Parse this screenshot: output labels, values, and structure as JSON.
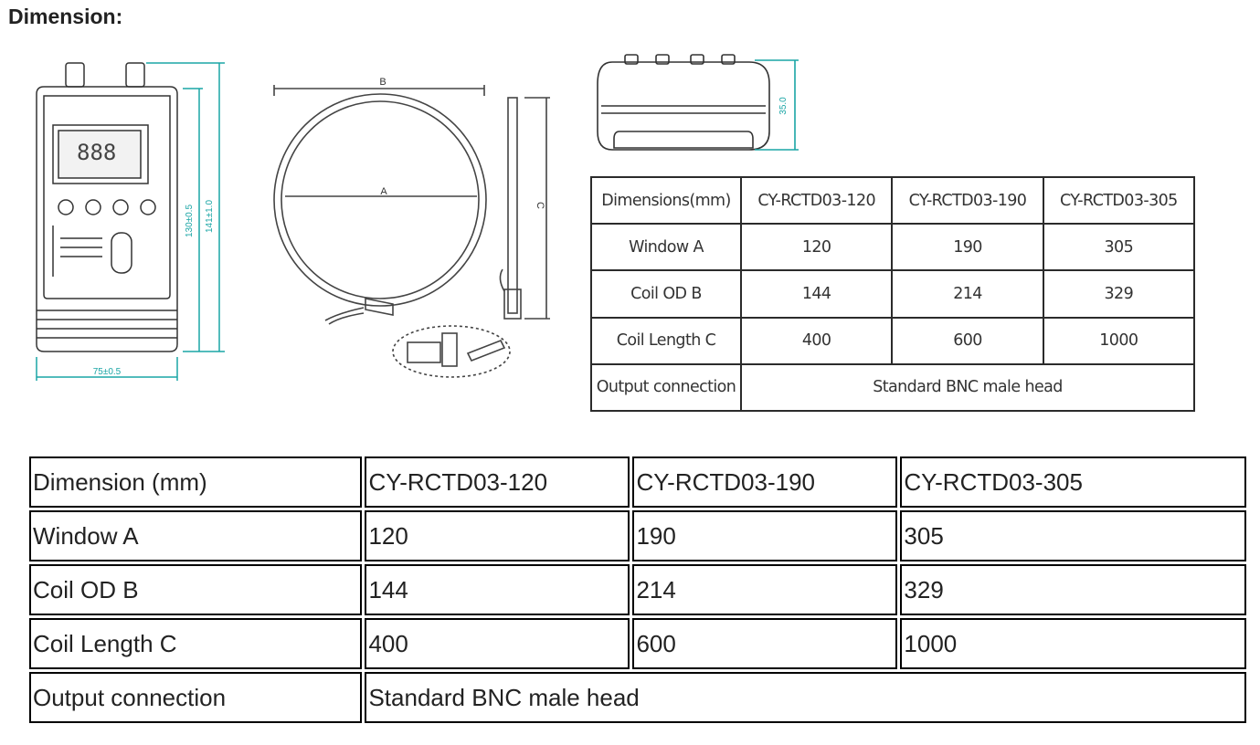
{
  "heading": "Dimension:",
  "drawing_labels": {
    "height_outer": "141±1.0",
    "height_inner": "130±0.5",
    "width": "75±0.5",
    "dim_b": "B",
    "dim_a": "A",
    "dim_c": "C",
    "top_height": "35.0"
  },
  "spec_table": {
    "headers": [
      "Dimensions(mm)",
      "CY-RCTD03-120",
      "CY-RCTD03-190",
      "CY-RCTD03-305"
    ],
    "rows": [
      [
        "Window A",
        "120",
        "190",
        "305"
      ],
      [
        "Coil OD B",
        "144",
        "214",
        "329"
      ],
      [
        "Coil Length C",
        "400",
        "600",
        "1000"
      ]
    ],
    "output_label": "Output connection",
    "output_value": "Standard BNC male head"
  },
  "table": {
    "headers": [
      "Dimension (mm)",
      "CY-RCTD03-120",
      "CY-RCTD03-190",
      "CY-RCTD03-305"
    ],
    "rows": [
      [
        "Window A",
        "120",
        "190",
        "305"
      ],
      [
        "Coil OD B",
        "144",
        "214",
        "329"
      ],
      [
        "Coil Length C",
        "400",
        "600",
        "1000"
      ]
    ],
    "output_label": "Output connection",
    "output_value": "Standard BNC male head"
  }
}
